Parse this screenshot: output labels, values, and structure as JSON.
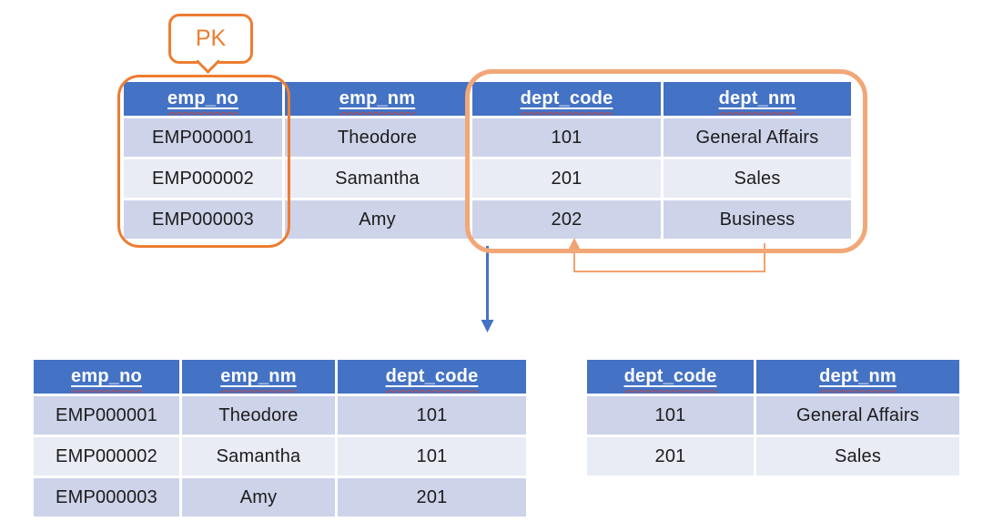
{
  "colors": {
    "header_blue": "#4472C4",
    "row_band_dark": "#CDD3E9",
    "row_band_light": "#E9EBF5",
    "accent_orange": "#ED7D31",
    "accent_orange_light": "#F2A777",
    "arrow_blue": "#4472C4",
    "spellcheck_red": "#CF4437"
  },
  "pk_callout": {
    "label": "PK"
  },
  "tables": {
    "source": {
      "columns": [
        "emp_no",
        "emp_nm",
        "dept_code",
        "dept_nm"
      ],
      "rows": [
        [
          "EMP000001",
          "Theodore",
          "101",
          "General Affairs"
        ],
        [
          "EMP000002",
          "Samantha",
          "201",
          "Sales"
        ],
        [
          "EMP000003",
          "Amy",
          "202",
          "Business"
        ]
      ]
    },
    "employee": {
      "columns": [
        "emp_no",
        "emp_nm",
        "dept_code"
      ],
      "rows": [
        [
          "EMP000001",
          "Theodore",
          "101"
        ],
        [
          "EMP000002",
          "Samantha",
          "101"
        ],
        [
          "EMP000003",
          "Amy",
          "201"
        ]
      ]
    },
    "department": {
      "columns": [
        "dept_code",
        "dept_nm"
      ],
      "rows": [
        [
          "101",
          "General Affairs"
        ],
        [
          "201",
          "Sales"
        ]
      ]
    }
  }
}
